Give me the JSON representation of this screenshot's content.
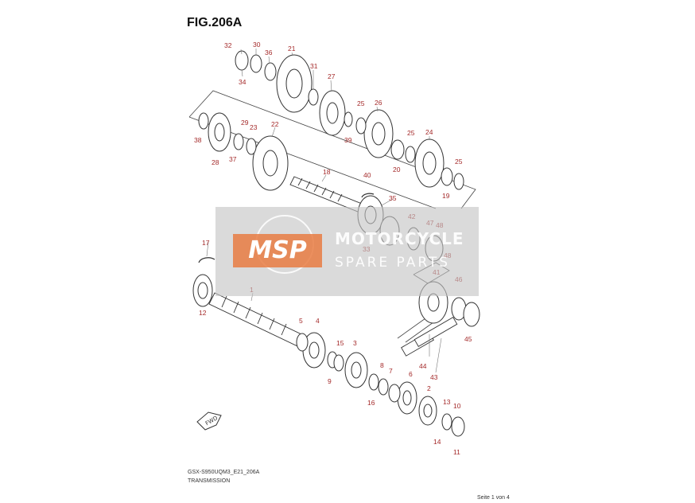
{
  "figure": {
    "title": "FIG.206A",
    "model_code": "GSX-S950UQM3_E21_206A",
    "caption": "TRANSMISSION",
    "page_number": "Seite 1 von 4",
    "fwd_mark": "FWD"
  },
  "watermark": {
    "logo": "MSP",
    "line1": "MOTORCYCLE",
    "line2": "SPARE PARTS"
  },
  "callouts": [
    "32",
    "30",
    "36",
    "21",
    "31",
    "27",
    "34",
    "25",
    "26",
    "38",
    "29",
    "23",
    "22",
    "39",
    "25",
    "24",
    "28",
    "37",
    "20",
    "25",
    "18",
    "40",
    "19",
    "35",
    "42",
    "47",
    "48",
    "33",
    "48",
    "17",
    "1",
    "41",
    "46",
    "12",
    "5",
    "4",
    "45",
    "15",
    "3",
    "9",
    "8",
    "44",
    "7",
    "16",
    "6",
    "43",
    "2",
    "13",
    "10",
    "14",
    "11"
  ],
  "colors": {
    "label": "#a42a2a",
    "line": "#333333"
  }
}
